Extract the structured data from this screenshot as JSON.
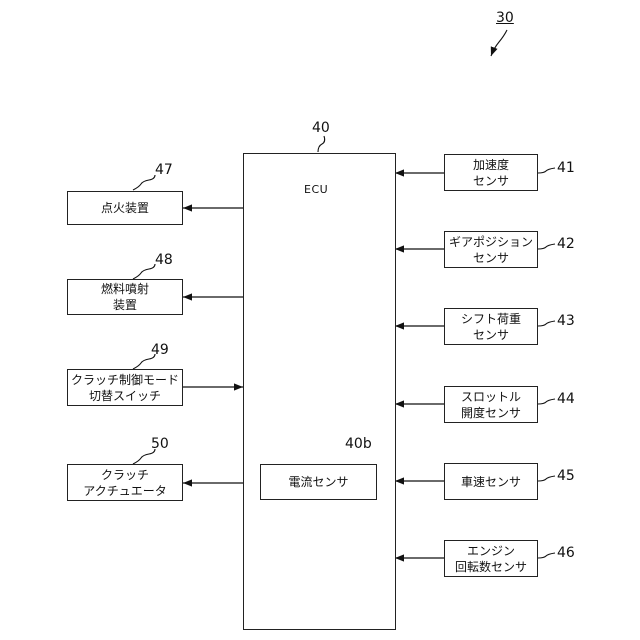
{
  "figure_ref": "30",
  "ecu": {
    "ref": "40",
    "title": "ECU"
  },
  "current_sensor": {
    "ref": "40b",
    "label": "電流センサ"
  },
  "outputs": [
    {
      "ref": "47",
      "line1": "点火装置",
      "line2": ""
    },
    {
      "ref": "48",
      "line1": "燃料噴射",
      "line2": "装置"
    },
    {
      "ref": "49",
      "line1": "クラッチ制御モード",
      "line2": "切替スイッチ"
    },
    {
      "ref": "50",
      "line1": "クラッチ",
      "line2": "アクチュエータ"
    }
  ],
  "sensors": [
    {
      "ref": "41",
      "line1": "加速度",
      "line2": "センサ"
    },
    {
      "ref": "42",
      "line1": "ギアポジション",
      "line2": "センサ"
    },
    {
      "ref": "43",
      "line1": "シフト荷重",
      "line2": "センサ"
    },
    {
      "ref": "44",
      "line1": "スロットル",
      "line2": "開度センサ"
    },
    {
      "ref": "45",
      "line1": "車速センサ",
      "line2": ""
    },
    {
      "ref": "46",
      "line1": "エンジン",
      "line2": "回転数センサ"
    }
  ]
}
